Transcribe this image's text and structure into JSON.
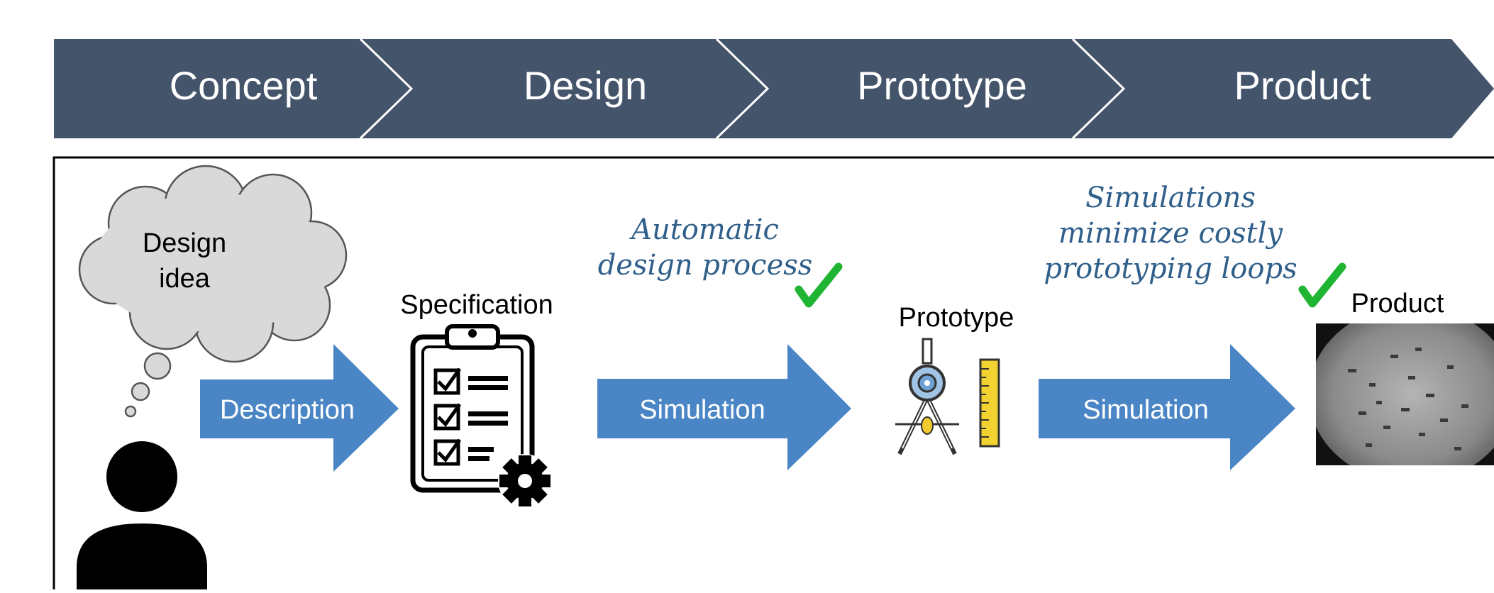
{
  "stages": [
    "Concept",
    "Design",
    "Prototype",
    "Product"
  ],
  "labels": {
    "idea": [
      "Design",
      "idea"
    ],
    "specification": "Specification",
    "prototype": "Prototype",
    "product": "Product"
  },
  "arrows": [
    "Description",
    "Simulation",
    "Simulation"
  ],
  "notes": {
    "automatic": [
      "Automatic",
      "design process"
    ],
    "simulations": [
      "Simulations",
      "minimize costly",
      "prototyping loops"
    ]
  },
  "colors": {
    "banner": "#44546a",
    "banner_text": "#ffffff",
    "arrow": "#4a86c5",
    "check": "#1fb532",
    "note_text": "#2f5f8a",
    "cloud": "#d9d9d9"
  }
}
